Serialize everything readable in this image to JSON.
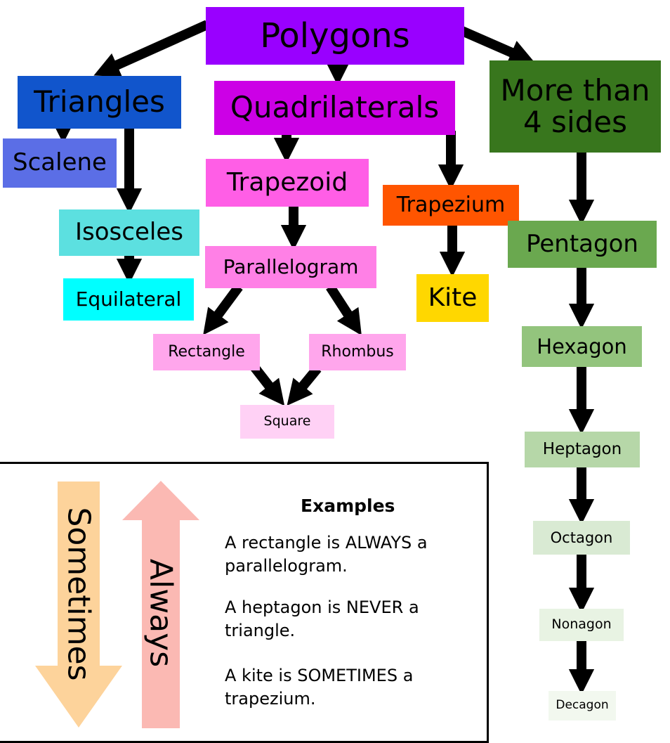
{
  "nodes": {
    "polygons": "Polygons",
    "triangles": "Triangles",
    "quadrilaterals": "Quadrilaterals",
    "more_than_4": "More than\n4 sides",
    "scalene": "Scalene",
    "isosceles": "Isosceles",
    "equilateral": "Equilateral",
    "trapezoid": "Trapezoid",
    "parallelogram": "Parallelogram",
    "rectangle": "Rectangle",
    "rhombus": "Rhombus",
    "square": "Square",
    "trapezium": "Trapezium",
    "kite": "Kite",
    "pentagon": "Pentagon",
    "hexagon": "Hexagon",
    "heptagon": "Heptagon",
    "octagon": "Octagon",
    "nonagon": "Nonagon",
    "decagon": "Decagon"
  },
  "colors": {
    "polygons": "#9900ff",
    "triangles": "#1155cc",
    "quadrilaterals": "#cc00e6",
    "more_than_4": "#38761d",
    "scalene": "#5b6ee6",
    "isosceles": "#5ce0e0",
    "equilateral": "#00ffff",
    "trapezoid": "#ff5ee6",
    "parallelogram": "#ff80e6",
    "rectangle": "#ffa6ec",
    "rhombus": "#ffa6ec",
    "square": "#ffd1f5",
    "trapezium": "#ff5500",
    "kite": "#ffd700",
    "pentagon": "#6aa84f",
    "hexagon": "#93c47d",
    "heptagon": "#b6d7a8",
    "octagon": "#d9ead3",
    "nonagon": "#e8f3e3",
    "decagon": "#f2f8ef",
    "sometimes_arrow": "#fdd39b",
    "always_arrow": "#fbb9b3"
  },
  "legend": {
    "sometimes": "Sometimes",
    "always": "Always"
  },
  "examples": {
    "title": "Examples",
    "items": [
      "A rectangle is ALWAYS a parallelogram.",
      "A heptagon is NEVER a triangle.",
      "A kite is SOMETIMES a trapezium."
    ]
  }
}
